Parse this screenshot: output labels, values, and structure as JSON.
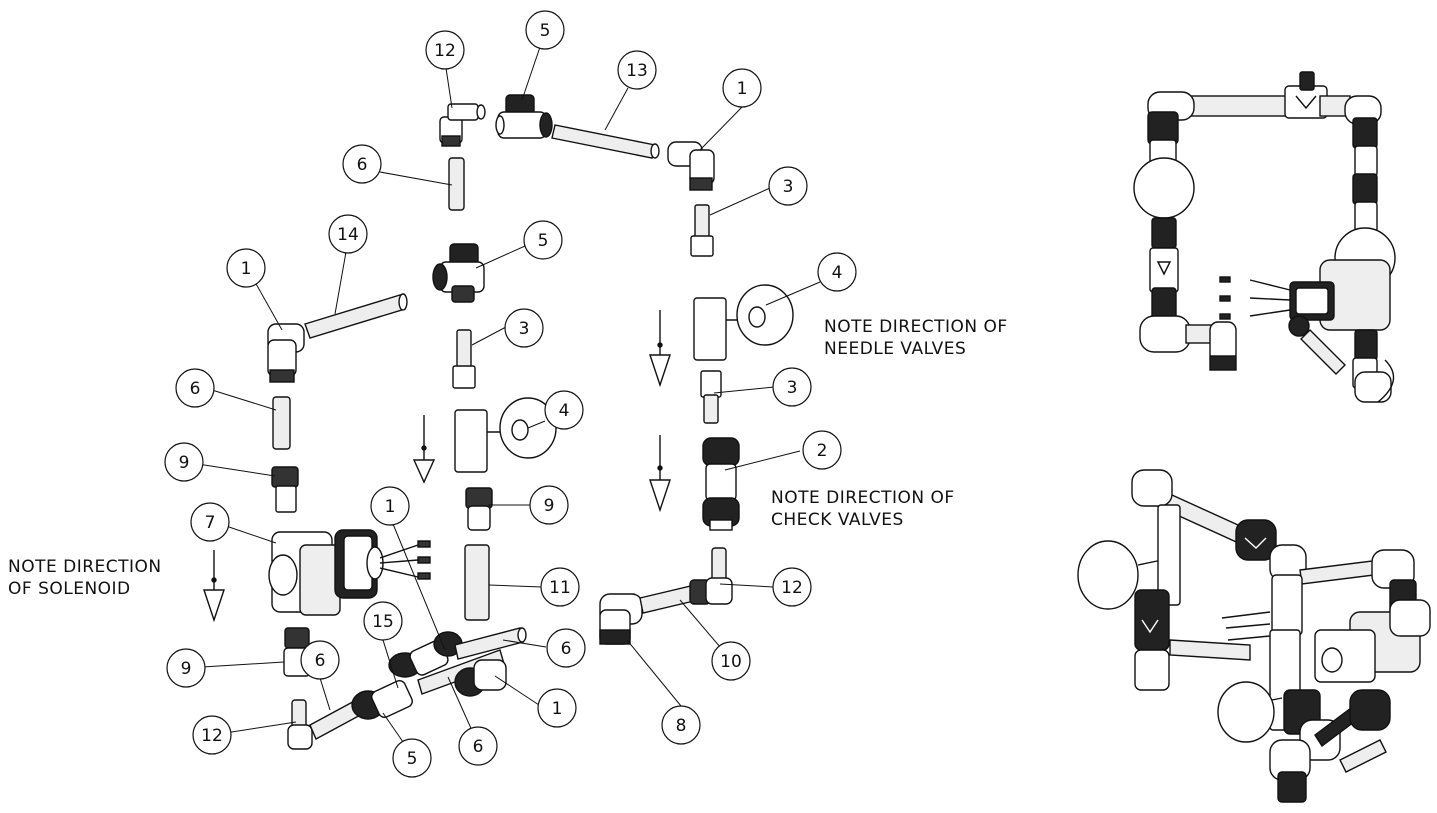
{
  "notes": {
    "needle": [
      "NOTE DIRECTION OF",
      "NEEDLE VALVES"
    ],
    "check": [
      "NOTE DIRECTION OF",
      "CHECK VALVES"
    ],
    "solenoid": [
      "NOTE DIRECTION",
      "OF SOLENOID"
    ]
  },
  "balloons": [
    "12",
    "5",
    "13",
    "1",
    "6",
    "3",
    "14",
    "5",
    "1",
    "3",
    "4",
    "4",
    "6",
    "3",
    "9",
    "2",
    "7",
    "1",
    "9",
    "11",
    "12",
    "15",
    "6",
    "9",
    "6",
    "1",
    "8",
    "10",
    "12",
    "5",
    "6"
  ],
  "colors": {
    "line": "#111111",
    "fill": "#ffffff",
    "tube": "#d9d9d9",
    "fitting": "#222222"
  }
}
